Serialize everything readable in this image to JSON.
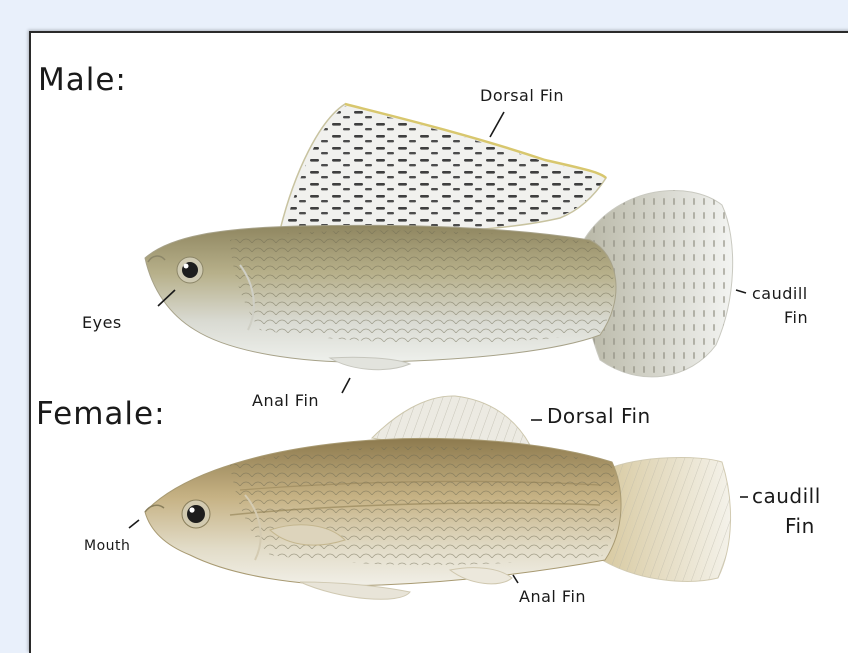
{
  "sections": {
    "male": "Male:",
    "female": "Female:"
  },
  "labels": {
    "male_dorsal": "Dorsal Fin",
    "male_eyes": "Eyes",
    "male_caudal_1": "caudill",
    "male_caudal_2": "Fin",
    "male_anal": "Anal Fin",
    "female_dorsal": "Dorsal Fin",
    "female_caudal_1": "caudill",
    "female_caudal_2": "Fin",
    "female_mouth": "Mouth",
    "female_anal": "Anal Fin"
  },
  "colors": {
    "page_bg": "#e9f0fb",
    "paper": "#ffffff",
    "fish_body": "#b9ad84",
    "fish_belly": "#e4e4dc",
    "fin": "#e9ece8",
    "fin_spots": "#2b2b2b"
  }
}
